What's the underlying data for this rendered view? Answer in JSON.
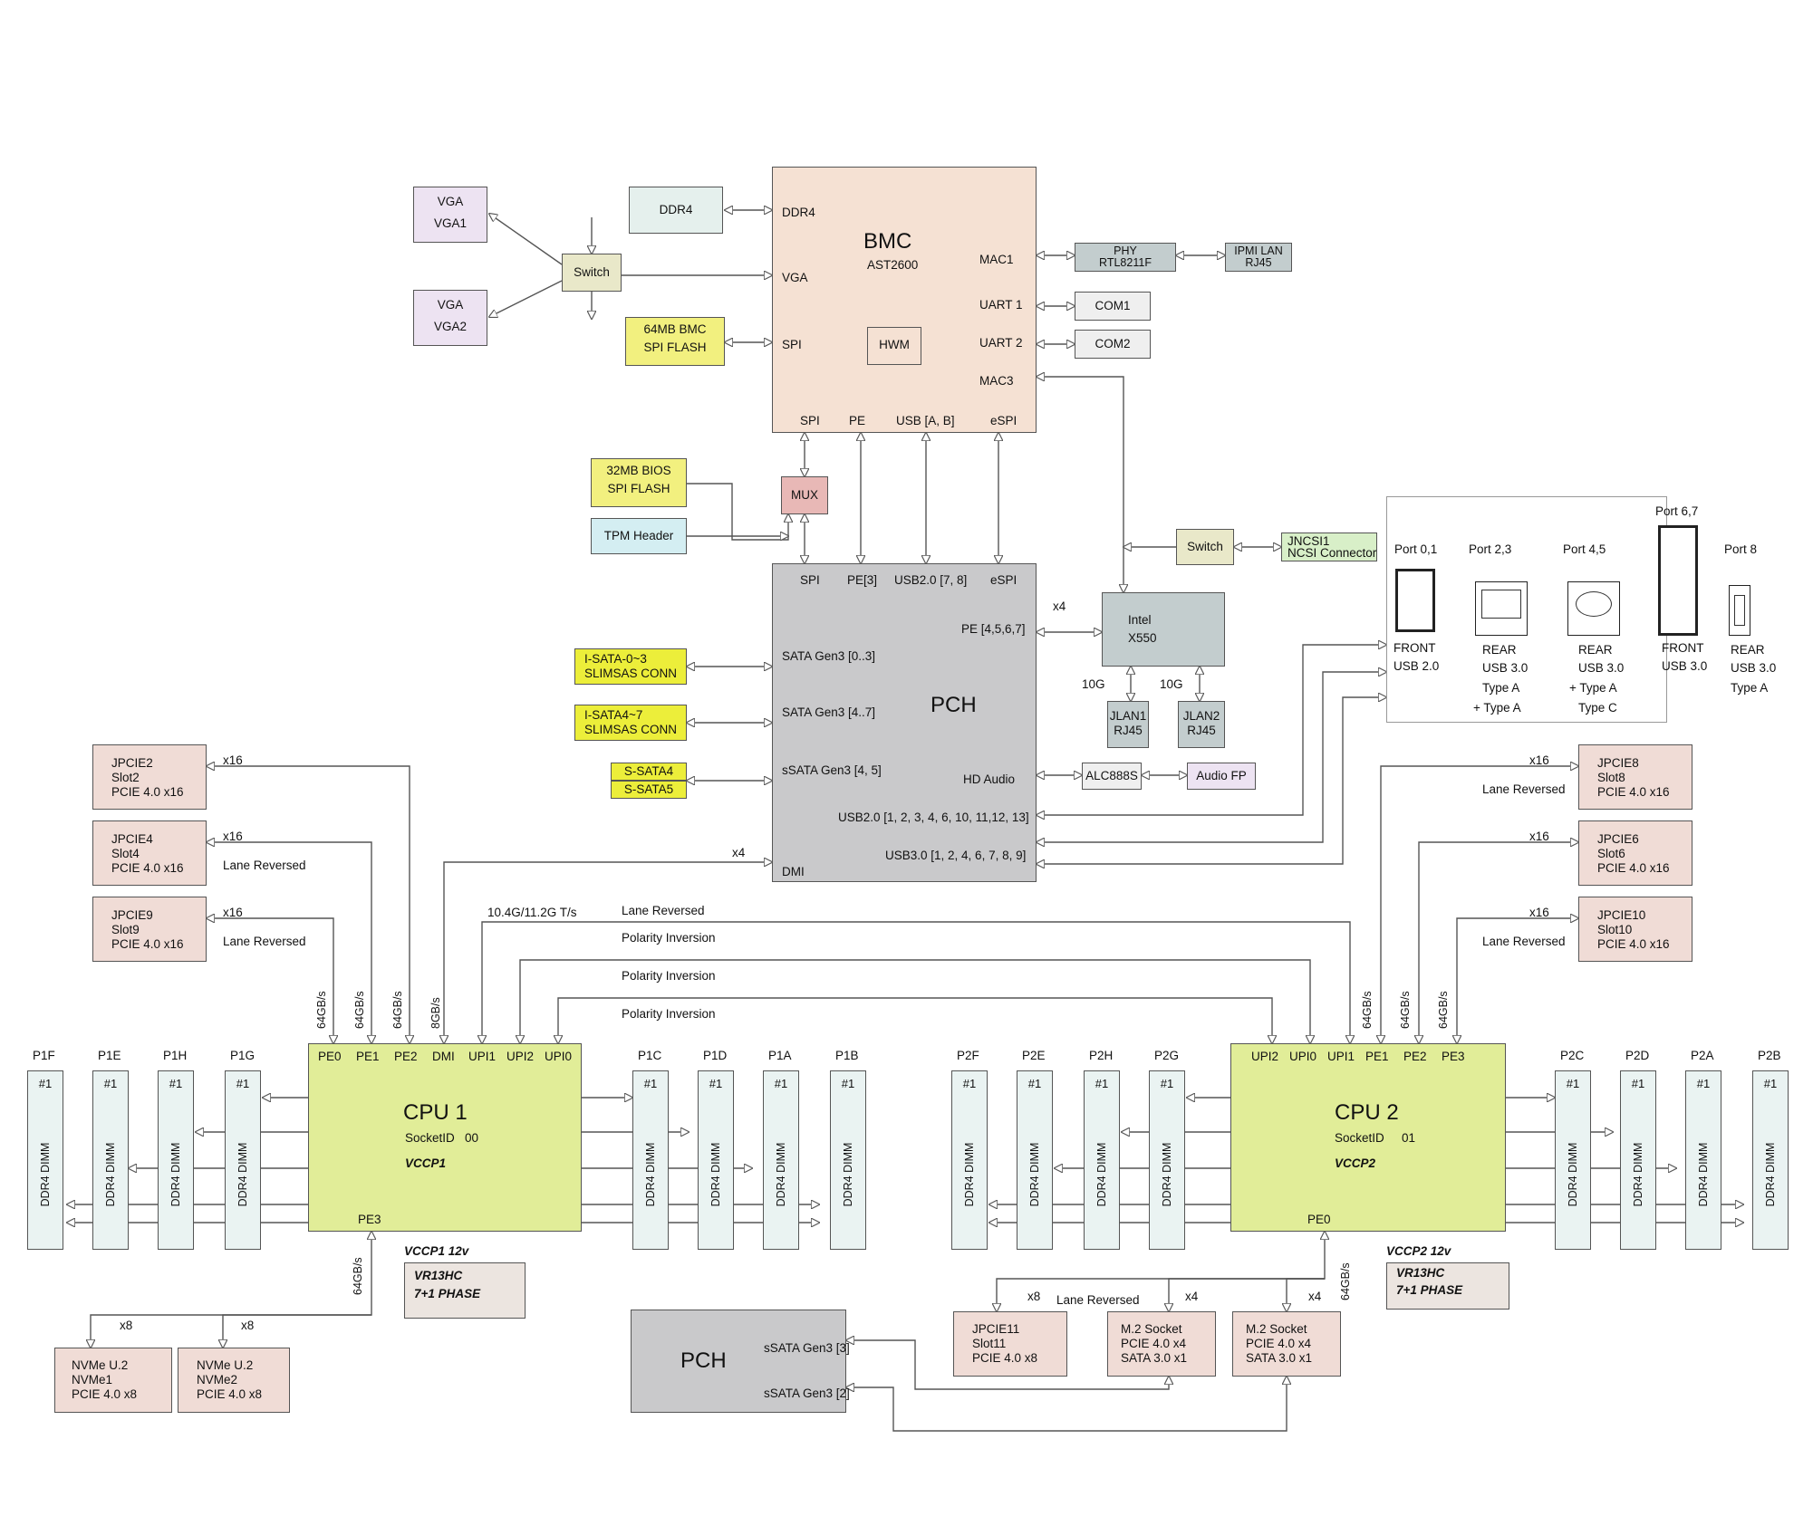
{
  "bmc": {
    "name": "BMC",
    "model": "AST2600",
    "ports": {
      "ddr4": "DDR4",
      "vga": "VGA",
      "spi": "SPI",
      "mac1": "MAC1",
      "uart1": "UART 1",
      "uart2": "UART 2",
      "mac3": "MAC3",
      "bottom_spi": "SPI",
      "bottom_pe": "PE",
      "bottom_usb": "USB [A, B]",
      "bottom_espi": "eSPI"
    },
    "hwm": "HWM"
  },
  "bmc_periph": {
    "ddr4": "DDR4",
    "vga1": [
      "VGA",
      "VGA1"
    ],
    "vga2": [
      "VGA",
      "VGA2"
    ],
    "switch": "Switch",
    "spi_flash": [
      "64MB BMC",
      "SPI FLASH"
    ],
    "phy": [
      "PHY",
      "RTL8211F"
    ],
    "ipmi": [
      "IPMI LAN",
      "RJ45"
    ],
    "com1": "COM1",
    "com2": "COM2"
  },
  "bios": [
    "32MB BIOS",
    "SPI FLASH"
  ],
  "tpm": "TPM Header",
  "mux": "MUX",
  "pch": {
    "name": "PCH",
    "top": {
      "spi": "SPI",
      "pe": "PE[3]",
      "usb": "USB2.0 [7, 8]",
      "espi": "eSPI"
    },
    "sata03": "SATA Gen3 [0..3]",
    "sata47": "SATA Gen3 [4..7]",
    "ssata": "sSATA Gen3 [4, 5]",
    "pe4567": "PE [4,5,6,7]",
    "hdaudio": "HD Audio",
    "usb2": "USB2.0 [1, 2, 3, 4, 6, 10, 11,12, 13]",
    "usb3": "USB3.0 [1, 2, 4, 6, 7, 8, 9]",
    "dmi": "DMI",
    "x4_pe": "x4",
    "x4_dmi": "x4"
  },
  "isata03": [
    "I-SATA-0~3",
    "SLIMSAS CONN"
  ],
  "isata47": [
    "I-SATA4~7",
    "SLIMSAS CONN"
  ],
  "ssata4": "S-SATA4",
  "ssata5": "S-SATA5",
  "intel": [
    "Intel",
    "X550"
  ],
  "lan_speed1": "10G",
  "lan_speed2": "10G",
  "jlan1": [
    "JLAN1",
    "RJ45"
  ],
  "jlan2": [
    "JLAN2",
    "RJ45"
  ],
  "nc_switch": "Switch",
  "jncsi": [
    "JNCSI1",
    "NCSI Connector"
  ],
  "alc": "ALC888S",
  "audiofp": "Audio FP",
  "usb_ports": [
    {
      "top": "Port 0,1",
      "lines": [
        "FRONT",
        "USB 2.0"
      ]
    },
    {
      "top": "Port 2,3",
      "lines": [
        "REAR",
        "USB 3.0",
        "Type A",
        "+ Type A"
      ]
    },
    {
      "top": "Port 4,5",
      "lines": [
        "REAR",
        "USB 3.0",
        "+ Type A",
        "Type C"
      ]
    },
    {
      "top": "Port 6,7",
      "lines": [
        "FRONT",
        "USB 3.0"
      ]
    },
    {
      "top": "Port 8",
      "lines": [
        "REAR",
        "USB 3.0",
        "Type A"
      ]
    }
  ],
  "slots_left": [
    {
      "lines": [
        "JPCIE2",
        "Slot2",
        "PCIE 4.0 x16"
      ],
      "width": "x16",
      "note": ""
    },
    {
      "lines": [
        "JPCIE4",
        "Slot4",
        "PCIE 4.0 x16"
      ],
      "width": "x16",
      "note": "Lane Reversed"
    },
    {
      "lines": [
        "JPCIE9",
        "Slot9",
        "PCIE 4.0 x16"
      ],
      "width": "x16",
      "note": "Lane Reversed"
    }
  ],
  "slots_right": [
    {
      "lines": [
        "JPCIE8",
        "Slot8",
        "PCIE 4.0 x16"
      ],
      "width": "x16",
      "note": "Lane Reversed"
    },
    {
      "lines": [
        "JPCIE6",
        "Slot6",
        "PCIE 4.0 x16"
      ],
      "width": "x16",
      "note": ""
    },
    {
      "lines": [
        "JPCIE10",
        "Slot10",
        "PCIE 4.0 x16"
      ],
      "width": "x16",
      "note": "Lane Reversed"
    }
  ],
  "upi": {
    "speed": "10.4G/11.2G T/s",
    "lane_reversed": "Lane Reversed",
    "pol1": "Polarity Inversion",
    "pol2": "Polarity Inversion",
    "pol3": "Polarity Inversion"
  },
  "bw": {
    "c1_pe0": "64GB/s",
    "c1_pe1": "64GB/s",
    "c1_pe2": "64GB/s",
    "c1_dmi": "8GB/s",
    "c1_pe3": "64GB/s",
    "c2_pe1": "64GB/s",
    "c2_pe2": "64GB/s",
    "c2_pe3": "64GB/s",
    "c2_pe0": "64GB/s"
  },
  "cpu1": {
    "name": "CPU 1",
    "socket": "SocketID",
    "socket_id": "00",
    "vcc": "VCCP1",
    "ports": [
      "PE0",
      "PE1",
      "PE2",
      "DMI",
      "UPI1",
      "UPI2",
      "UPI0"
    ],
    "pe3": "PE3"
  },
  "cpu2": {
    "name": "CPU 2",
    "socket": "SocketID",
    "socket_id": "01",
    "vcc": "VCCP2",
    "ports": [
      "UPI2",
      "UPI0",
      "UPI1",
      "PE1",
      "PE2",
      "PE3"
    ],
    "pe0": "PE0"
  },
  "dimms_cpu1": [
    "P1F",
    "P1E",
    "P1H",
    "P1G",
    "P1C",
    "P1D",
    "P1A",
    "P1B"
  ],
  "dimms_cpu2": [
    "P2F",
    "P2E",
    "P2H",
    "P2G",
    "P2C",
    "P2D",
    "P2A",
    "P2B"
  ],
  "dimm_num": "#1",
  "dimm_label": "DDR4 DIMM",
  "vr1": {
    "head": "VCCP1  12v",
    "lines": [
      "VR13HC",
      "7+1 PHASE"
    ]
  },
  "vr2": {
    "head": "VCCP2  12v",
    "lines": [
      "VR13HC",
      "7+1 PHASE"
    ]
  },
  "nvme1": [
    "NVMe U.2",
    "NVMe1",
    "PCIE 4.0 x8"
  ],
  "nvme2": [
    "NVMe U.2",
    "NVMe2",
    "PCIE 4.0 x8"
  ],
  "nvme_x8a": "x8",
  "nvme_x8b": "x8",
  "pch2": {
    "name": "PCH",
    "ss3": "sSATA Gen3 [3]",
    "ss2": "sSATA Gen3 [2]"
  },
  "jpcie11": {
    "lines": [
      "JPCIE11",
      "Slot11",
      "PCIE 4.0 x8"
    ],
    "width": "x8",
    "note": "Lane Reversed"
  },
  "m2a": {
    "lines": [
      "M.2   Socket",
      "PCIE  4.0  x4",
      "SATA 3.0 x1"
    ],
    "width": "x4"
  },
  "m2b": {
    "lines": [
      "M.2   Socket",
      "PCIE  4.0  x4",
      "SATA 3.0 x1"
    ],
    "width": "x4"
  }
}
